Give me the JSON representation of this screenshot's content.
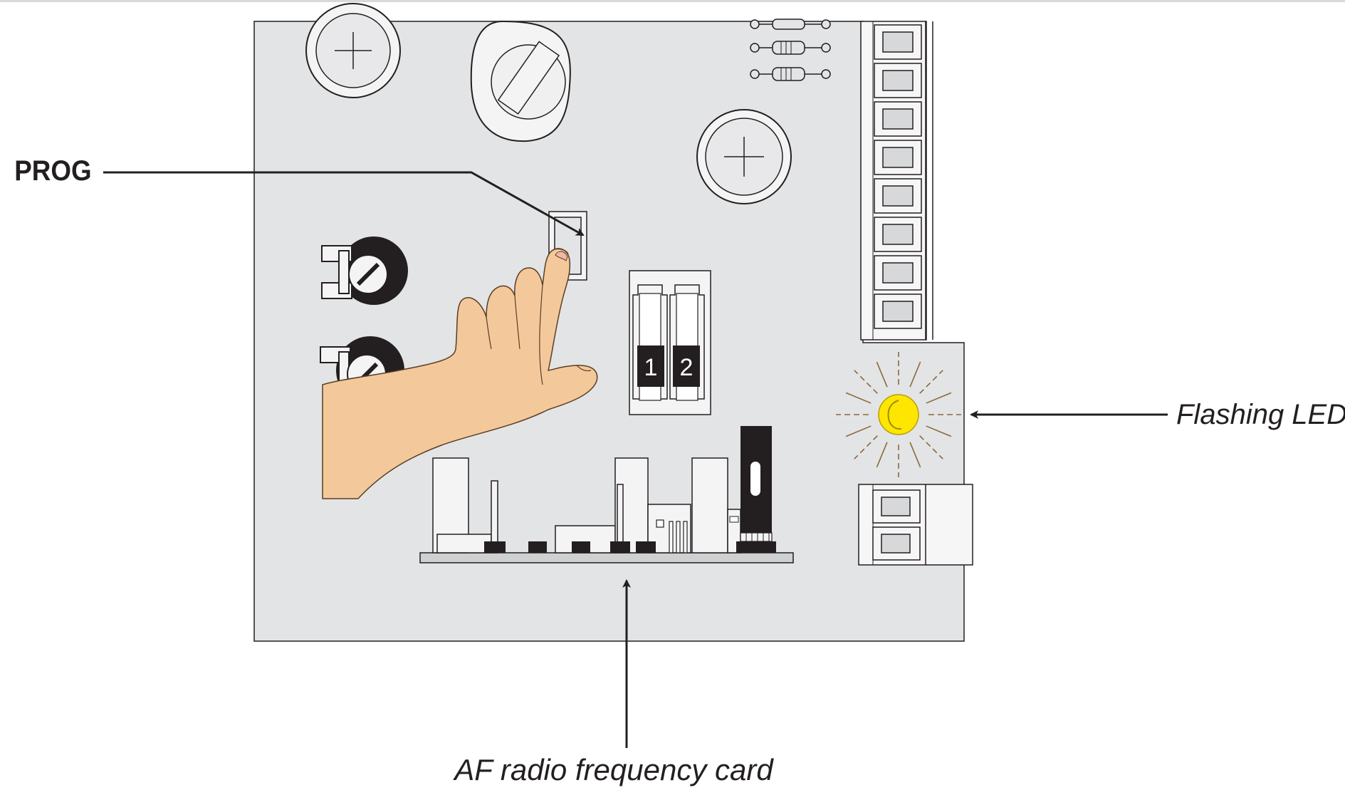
{
  "labels": {
    "prog": "PROG",
    "flashing_led": "Flashing LED",
    "rf_card": "AF radio frequency card"
  },
  "dip_switch": {
    "switch_1": "1",
    "switch_2": "2"
  },
  "colors": {
    "board": "#e3e4e6",
    "outline": "#231f20",
    "skin": "#f3c99b",
    "skin_outline": "#5a3d22",
    "led_yellow": "#ffe600",
    "led_rays": "#8a6a3a",
    "terminal_fill": "#d7d8da"
  }
}
